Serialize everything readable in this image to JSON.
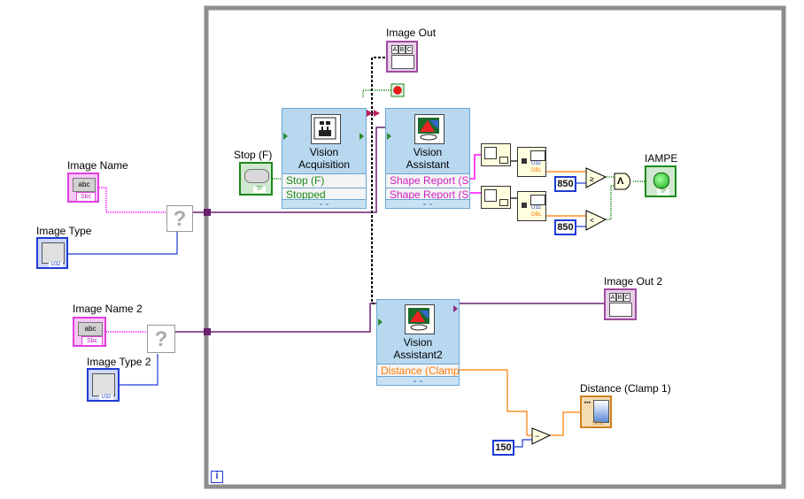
{
  "controls": {
    "image_name": "Image Name",
    "image_type": "Image Type",
    "image_name_2": "Image Name 2",
    "image_type_2": "Image Type 2",
    "stop": "Stop (F)",
    "abc": "abc",
    "sbc": "Sbc",
    "u32": "U32",
    "tf": "TF",
    "question": "?"
  },
  "indicators": {
    "image_out": "Image Out",
    "image_out_2": "Image Out 2",
    "iampe": "IAMPE",
    "distance": "Distance (Clamp 1)",
    "sgl": "SGL",
    "abc_cols": [
      "A",
      "B",
      "C"
    ]
  },
  "express_vis": {
    "acq_title_1": "Vision",
    "acq_title_2": "Acquisition",
    "acq_row_1": "Stop (F)",
    "acq_row_2": "Stopped",
    "va_title_1": "Vision",
    "va_title_2": "Assistant",
    "va_row_1": "Shape Report (Sl",
    "va_row_2": "Shape Report (Sl",
    "va2_title_1": "Vision",
    "va2_title_2": "Assistant2",
    "va2_row_1": "Distance (Clamp",
    "chevron": "⌄⌄"
  },
  "constants": {
    "c850a": "850",
    "c850b": "850",
    "c150": "150"
  },
  "functions": {
    "and": "Λ",
    "dbl": "DBL",
    "u32": "U32"
  },
  "loop": {
    "iteration": "i"
  }
}
